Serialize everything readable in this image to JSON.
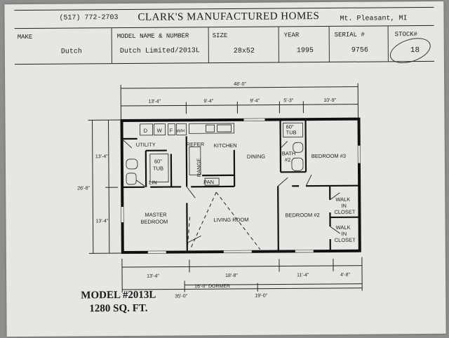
{
  "header": {
    "phone": "(517) 772-2703",
    "company": "CLARK'S MANUFACTURED HOMES",
    "location": "Mt. Pleasant, MI",
    "columns": {
      "make": "MAKE",
      "model": "MODEL NAME & NUMBER",
      "size": "SIZE",
      "year": "YEAR",
      "serial": "SERIAL #",
      "stock": "STOCK#"
    },
    "values": {
      "make": "Dutch",
      "model": "Dutch Limited/2013L",
      "size": "28x52",
      "year": "1995",
      "serial": "9756",
      "stock": "18"
    }
  },
  "plan": {
    "rooms": {
      "utility": "UTILITY",
      "refer": "REFER",
      "kitchen": "KITCHEN",
      "dining": "DINING",
      "bath1_tub_a": "60\"",
      "bath1_tub_b": "TUB",
      "bath2_tub_a": "60\"",
      "bath2_tub_b": "TUB",
      "bath": "BATH",
      "bath_num": "#2",
      "bedroom3": "BEDROOM #3",
      "range": "RANGE",
      "lin": "LIN",
      "pan": "PAN",
      "master_a": "MASTER",
      "master_b": "BEDROOM",
      "living": "LIVING ROOM",
      "bedroom2": "BEDROOM #2",
      "walk1_a": "WALK",
      "walk1_b": "IN",
      "walk1_c": "CLOSET",
      "walk2_a": "WALK",
      "walk2_b": "IN",
      "walk2_c": "CLOSET",
      "app_d": "D",
      "app_w": "W",
      "app_f": "F",
      "app_wh": "W/H"
    },
    "dims": {
      "overall": "48'-0\"",
      "top1": "13'-4\"",
      "top2": "9'-4\"",
      "top3": "9'-4\"",
      "top4": "5'-3\"",
      "top5": "10'-9\"",
      "left_total": "26'-8\"",
      "left_top": "13'-4\"",
      "left_bottom": "13'-4\"",
      "bot1": "13'-4\"",
      "bot2": "18'-8\"",
      "bot3": "11'-4\"",
      "bot4": "4'-8\"",
      "dormer": "16'-0\" DORMER",
      "bot_left": "35'-0\"",
      "bot_mid": "19'-0\""
    }
  },
  "model": {
    "name": "MODEL #2013L",
    "area": "1280 SQ. FT."
  }
}
